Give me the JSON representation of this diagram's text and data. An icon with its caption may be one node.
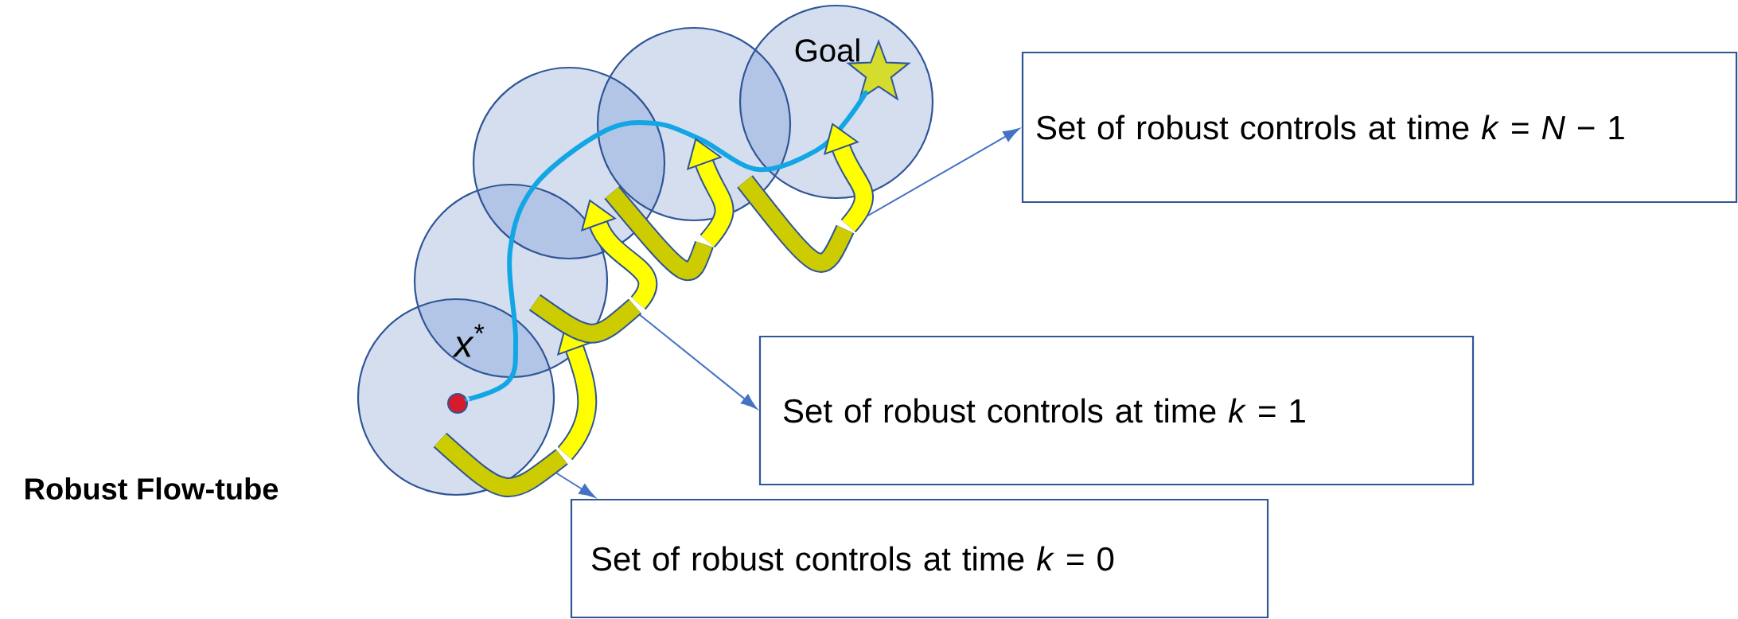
{
  "diagram": {
    "nodes": [
      {
        "text": [
          "Set of robust controls at time *k* = 0"
        ]
      },
      {
        "text": [
          "Set of robust controls at time *k* = 1"
        ]
      },
      {
        "text": [
          "Set of robust controls at time *k* = *N* − 1"
        ]
      },
      {
        "text": [],
        "shape": "circle"
      },
      {
        "text": [],
        "shape": "star"
      }
    ],
    "edges": [
      {
        "from": null,
        "to": 0,
        "arrow": "to"
      },
      {
        "from": null,
        "to": 1,
        "arrow": "to"
      },
      {
        "from": null,
        "to": 2,
        "arrow": "to"
      },
      {
        "from": 3,
        "to": 4,
        "arrow": "none",
        "style": "thick",
        "color": "#12a6e4"
      }
    ],
    "labels": [
      "Goal",
      "*x*$^{*}$",
      "Robust Flow-tube"
    ]
  }
}
